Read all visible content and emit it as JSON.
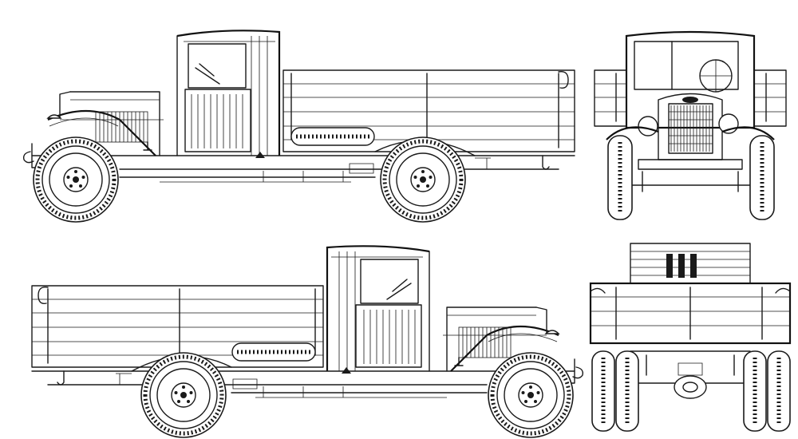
{
  "drawing": {
    "subject": "",
    "views": [
      "side-left",
      "front",
      "side-right",
      "rear"
    ],
    "colors": {
      "line": "#1a1a1a",
      "background": "#ffffff"
    }
  }
}
